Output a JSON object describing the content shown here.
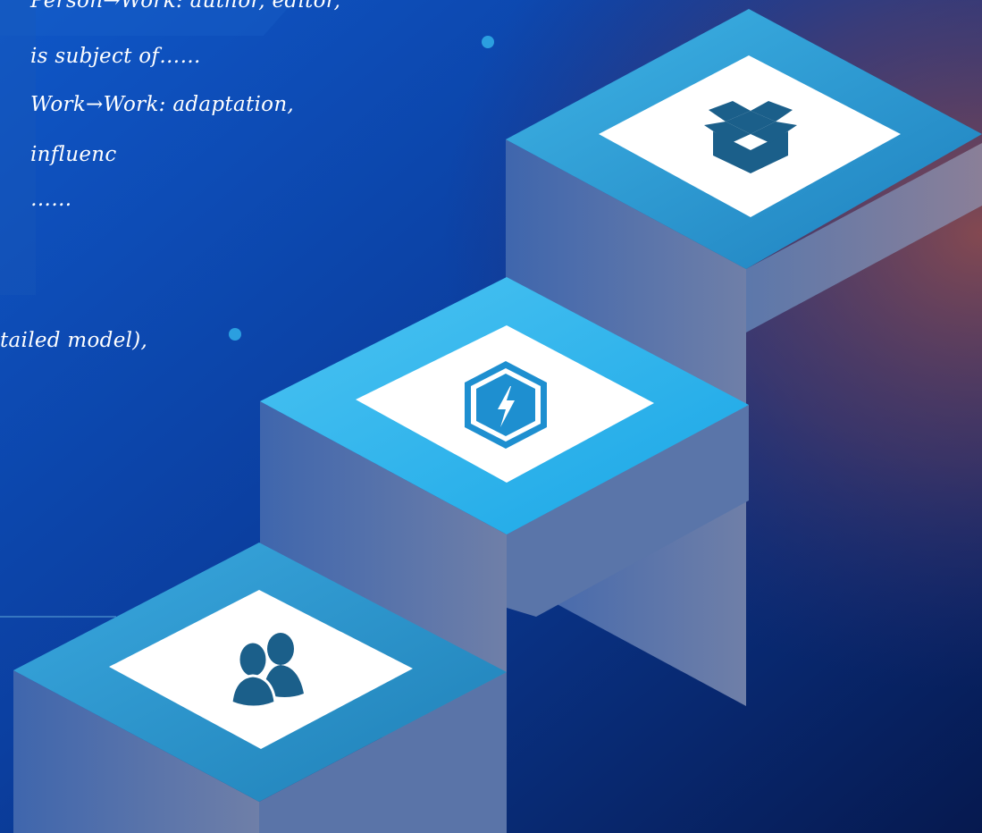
{
  "annotations": {
    "top_lines": [
      "Person→Work: author, editor,",
      "is subject of……",
      "Work→Work: adaptation,",
      "influenc",
      "……"
    ],
    "middle_line": "tailed model),"
  },
  "steps": [
    {
      "icon": "open-box-icon"
    },
    {
      "icon": "lightning-hexagon-icon"
    },
    {
      "icon": "users-icon"
    }
  ],
  "colors": {
    "background_dark": "#0a1f5e",
    "background_blue": "#0d4fb8",
    "glow_warm": "#7a3f45",
    "step_top_light": "#3ab8ec",
    "step_top_dark": "#1f86c4",
    "step_face": "#4a68a6",
    "panel": "#ffffff",
    "icon_fill": "#1a5f88",
    "lightning_fill": "#1e8fd0"
  }
}
